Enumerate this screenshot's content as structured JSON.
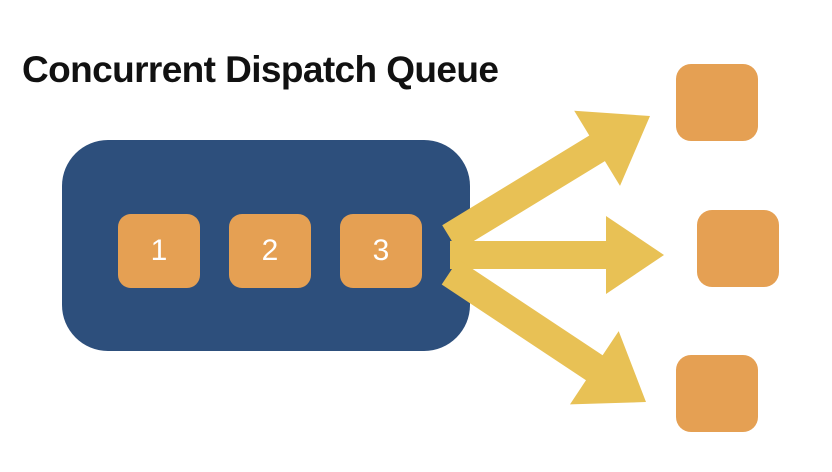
{
  "diagram": {
    "title": "Concurrent Dispatch Queue",
    "type": "concurrency-diagram",
    "background_color": "#ffffff"
  },
  "queue": {
    "name": "concurrent-dispatch-queue",
    "fill_color": "#2d4f7c",
    "tasks": [
      {
        "label": "1",
        "name": "task-tile-1"
      },
      {
        "label": "2",
        "name": "task-tile-2"
      },
      {
        "label": "3",
        "name": "task-tile-3"
      }
    ],
    "task_color": "#e5a053",
    "task_label_color": "#ffffff"
  },
  "arrows": {
    "color": "#e8c155",
    "count": 3,
    "items": [
      {
        "name": "dispatch-arrow-up",
        "direction": "up-right"
      },
      {
        "name": "dispatch-arrow-right",
        "direction": "right"
      },
      {
        "name": "dispatch-arrow-down",
        "direction": "down-right"
      }
    ]
  },
  "workers": {
    "color": "#e5a053",
    "items": [
      {
        "name": "worker-tile-top",
        "label": ""
      },
      {
        "name": "worker-tile-middle",
        "label": ""
      },
      {
        "name": "worker-tile-bottom",
        "label": ""
      }
    ]
  }
}
